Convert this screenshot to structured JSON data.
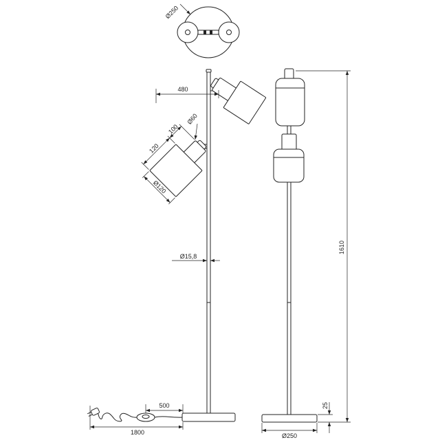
{
  "colors": {
    "line": "#222222",
    "background": "#ffffff"
  },
  "top_view": {
    "diameter_label": "Ø250"
  },
  "front_view": {
    "reach_label": "480",
    "neck_length_label": "100",
    "neck_diameter_label": "Ø60",
    "shade_length_label": "120",
    "shade_diameter_label": "Ø120",
    "pole_diameter_label": "Ø15,8",
    "switch_cable_label": "500",
    "cable_length_label": "1800"
  },
  "side_view": {
    "height_label": "1610",
    "base_height_label": "25",
    "base_diameter_label": "Ø250"
  }
}
